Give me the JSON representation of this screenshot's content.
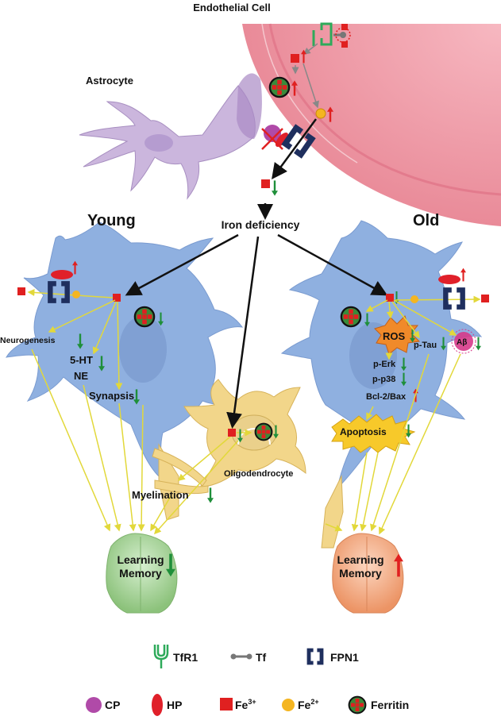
{
  "labels": {
    "endothelial": "Endothelial Cell",
    "astrocyte": "Astrocyte",
    "iron_deficiency": "Iron deficiency",
    "young": "Young",
    "old": "Old",
    "neurogenesis": "Neurogenesis",
    "ht5": "5-HT",
    "ne": "NE",
    "synapsis": "Synapsis",
    "myelination": "Myelination",
    "oligodendrocyte": "Oligodendrocyte",
    "learning_young_1": "Learning",
    "memory_young_1": "Memory",
    "learning_old_1": "Learning",
    "memory_old_1": "Memory",
    "ros": "ROS",
    "p_tau": "p-Tau",
    "abeta": "Aβ",
    "p_erk": "p-Erk",
    "p_p38": "p-p38",
    "bcl2_bax": "Bcl-2/Bax",
    "apoptosis": "Apoptosis"
  },
  "legend": {
    "tfr1": "TfR1",
    "tf": "Tf",
    "fpn1": "FPN1",
    "cp": "CP",
    "hp": "HP",
    "fe3": "Fe",
    "fe3_sup": "3+",
    "fe2": "Fe",
    "fe2_sup": "2+",
    "ferritin": "Ferritin"
  },
  "colors": {
    "neuron": "#8fb0e0",
    "endothelial": "#f2a2ad",
    "astrocyte": "#cbb6dd",
    "oligodendrocyte": "#f2d68a",
    "brain_young": "#a9d69a",
    "brain_old": "#f4ad86",
    "fe3": "#e02020",
    "fe2": "#f4b521",
    "ferritin_border": "#1a1a1a",
    "ferritin_fill": "#3a8a3a",
    "fpn1": "#1f2f5e",
    "tfr1": "#2eaa5a",
    "tf": "#777777",
    "cp": "#b04aa8",
    "hp": "#e0202a",
    "up_arrow": "#e02020",
    "down_arrow": "#1f8f3a",
    "pathway": "#e8e84a",
    "main_arrow": "#111111"
  }
}
